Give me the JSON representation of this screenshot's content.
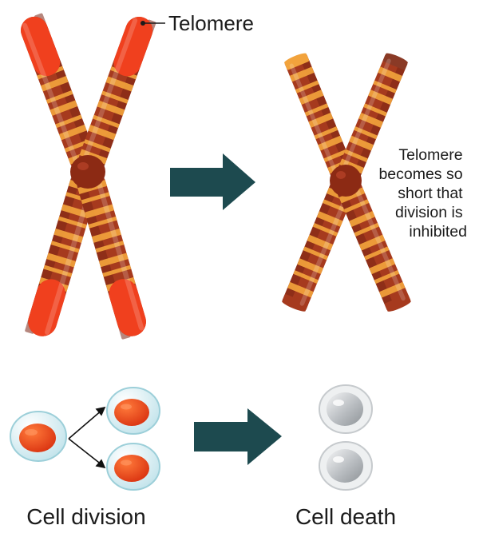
{
  "labels": {
    "telomere": "Telomere",
    "note_lines": [
      "Telomere",
      "becomes so",
      "short that",
      "division is",
      "inhibited"
    ],
    "cell_division": "Cell division",
    "cell_death": "Cell death"
  },
  "colors": {
    "chromatid_base": "#a63a1e",
    "chromatid_dark": "#7a2414",
    "band_light": "#f2a33c",
    "telomere_red": "#f0401e",
    "centromere": "#8c2a14",
    "arrow": "#1d4a4f",
    "cell_membrane": "#cfe9ee",
    "cell_nucleus": "#e8471c",
    "dead_nucleus": "#b8bcc0"
  },
  "icons": {
    "process_arrow": "arrow-right-icon",
    "split_arrows": "branch-arrow-icon"
  }
}
